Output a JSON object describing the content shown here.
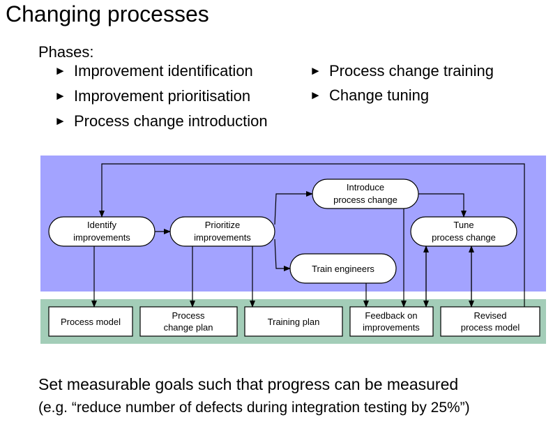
{
  "title": "Changing processes",
  "phases_label": "Phases:",
  "phases_left": [
    "Improvement identification",
    "Improvement prioritisation",
    "Process change introduction"
  ],
  "phases_right": [
    "Process change training",
    "Change tuning"
  ],
  "diagram": {
    "colors": {
      "process_band": "#a3a3ff",
      "artifact_band": "#a3cdb8",
      "box_fill": "#ffffff",
      "stroke": "#000000"
    },
    "processes": {
      "identify": [
        "Identify",
        "improvements"
      ],
      "prioritize": [
        "Prioritize",
        "improvements"
      ],
      "introduce": [
        "Introduce",
        "process change"
      ],
      "train": [
        "Train engineers"
      ],
      "tune": [
        "Tune",
        "process change"
      ]
    },
    "artifacts": {
      "process_model": [
        "Process model"
      ],
      "change_plan": [
        "Process",
        "change plan"
      ],
      "training_plan": [
        "Training plan"
      ],
      "feedback": [
        "Feedback on",
        "improvements"
      ],
      "revised_model": [
        "Revised",
        "process model"
      ]
    }
  },
  "footer": {
    "line1": "Set measurable goals such that progress can be measured",
    "line2": "(e.g. “reduce number of defects during integration testing by 25%”)"
  }
}
